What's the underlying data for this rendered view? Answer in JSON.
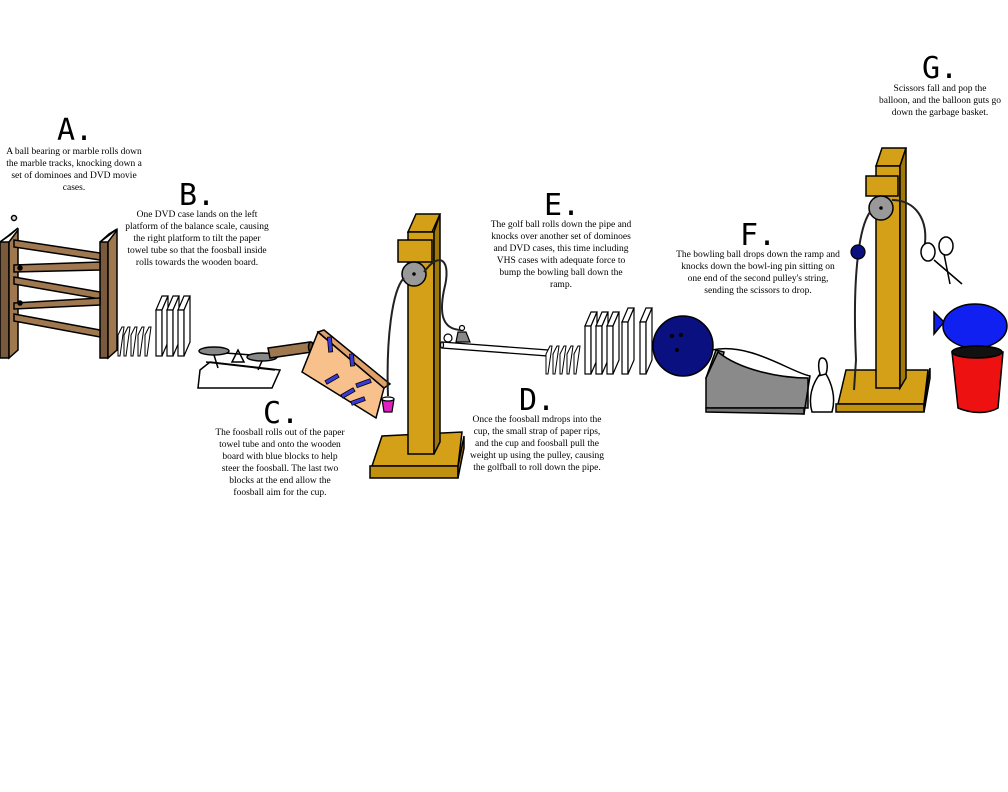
{
  "steps": [
    {
      "letter": "A.",
      "text": "A ball bearing or marble rolls down the marble tracks, knocking down a set of dominoes and DVD movie cases."
    },
    {
      "letter": "B.",
      "text": "One DVD case lands on the left platform of the balance scale, causing the right platform to tilt the paper towel tube so that the foosball inside rolls towards the  wooden board."
    },
    {
      "letter": "C.",
      "text": "The foosball rolls out of the paper towel tube and onto the wooden board with blue blocks to help steer the foosball.  The last two blocks at the end allow the foosball aim for the cup."
    },
    {
      "letter": "D.",
      "text": "Once the foosball mdrops into the cup, the small strap of paper rips, and the cup and foosball pull the weight up using the pulley, causing the golfball to roll down the pipe."
    },
    {
      "letter": "E.",
      "text": "The golf ball rolls down the pipe and knocks over another set of dominoes and DVD cases, this time including VHS cases with adequate force to bump the bowling ball down the ramp."
    },
    {
      "letter": "F.",
      "text": "The bowling ball drops down the ramp and knocks down the bowl-ing pin sitting on one end of the second pulley's string, sending the scissors to drop."
    },
    {
      "letter": "G.",
      "text": "Scissors fall and pop the balloon, and the balloon guts go down the garbage basket."
    }
  ],
  "colors": {
    "wood": "#7a5a3c",
    "wood_light": "#a07850",
    "pulley_stand": "#d4a017",
    "pulley_wheel": "#999999",
    "board": "#f8c08a",
    "blocks": "#3a3ad8",
    "cup": "#e020c0",
    "bowling_ball": "#0a1080",
    "ramp": "#8a8a8a",
    "balloon": "#1020f0",
    "basket": "#ee1111"
  },
  "icons": [
    "marble-track-icon",
    "domino-icon",
    "dvd-case-icon",
    "balance-scale-icon",
    "paper-towel-tube-icon",
    "wooden-board-icon",
    "cup-icon",
    "pulley-icon",
    "golf-ball-icon",
    "pipe-icon",
    "weight-icon",
    "vhs-case-icon",
    "bowling-ball-icon",
    "ramp-icon",
    "bowling-pin-icon",
    "scissors-icon",
    "balloon-icon",
    "garbage-basket-icon"
  ]
}
